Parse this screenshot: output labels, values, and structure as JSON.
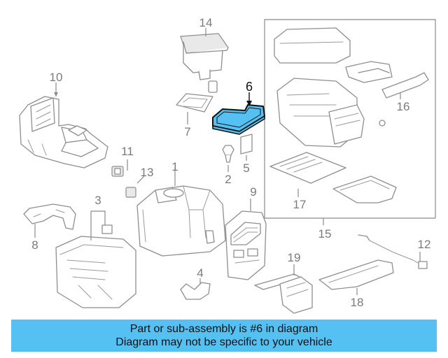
{
  "callouts": {
    "c1": "1",
    "c2": "2",
    "c3": "3",
    "c4": "4",
    "c5": "5",
    "c6": "6",
    "c7": "7",
    "c8": "8",
    "c9": "9",
    "c10": "10",
    "c11": "11",
    "c12": "12",
    "c13": "13",
    "c14": "14",
    "c15": "15",
    "c16": "16",
    "c17": "17",
    "c18": "18",
    "c19": "19"
  },
  "highlighted_part": "6",
  "colors": {
    "highlight_fill": "#55c0f2",
    "highlight_stroke": "#111111",
    "banner_bg": "#55c0f2",
    "line": "#8e8e8e"
  },
  "banner": {
    "line1": "Part or sub-assembly is #6 in diagram",
    "line2": "Diagram may not be specific to your vehicle"
  }
}
